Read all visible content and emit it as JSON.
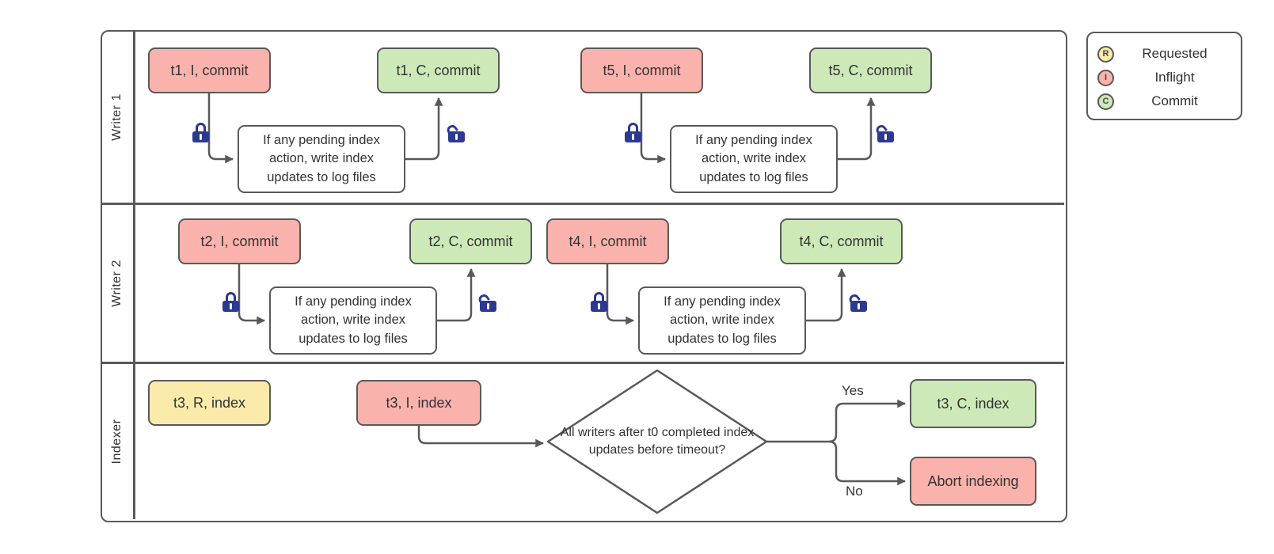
{
  "lanes": [
    {
      "label": "Writer 1"
    },
    {
      "label": "Writer 2"
    },
    {
      "label": "Indexer"
    }
  ],
  "nodes": {
    "t1_inflight": "t1, I, commit",
    "t1_commit": "t1, C, commit",
    "t5_inflight": "t5, I, commit",
    "t5_commit": "t5, C, commit",
    "t2_inflight": "t2, I, commit",
    "t2_commit": "t2, C, commit",
    "t4_inflight": "t4, I, commit",
    "t4_commit": "t4, C, commit",
    "t3_requested": "t3, R, index",
    "t3_inflight": "t3, I, index",
    "t3_commit": "t3, C, index",
    "abort": "Abort indexing",
    "process": "If any pending index action, write index updates to log files",
    "decision": "All writers after t0 completed index updates before timeout?"
  },
  "edge_labels": {
    "yes": "Yes",
    "no": "No"
  },
  "legend": {
    "items": [
      {
        "letter": "R",
        "label": "Requested",
        "color": "#FAEBAB"
      },
      {
        "letter": "I",
        "label": "Inflight",
        "color": "#F9B3AC"
      },
      {
        "letter": "C",
        "label": "Commit",
        "color": "#CDE9B8"
      }
    ]
  },
  "colors": {
    "inflight": "#F9B3AC",
    "commit": "#CDE9B8",
    "requested": "#FAEBAB",
    "stroke": "#595959",
    "lock": "#2b3990"
  }
}
